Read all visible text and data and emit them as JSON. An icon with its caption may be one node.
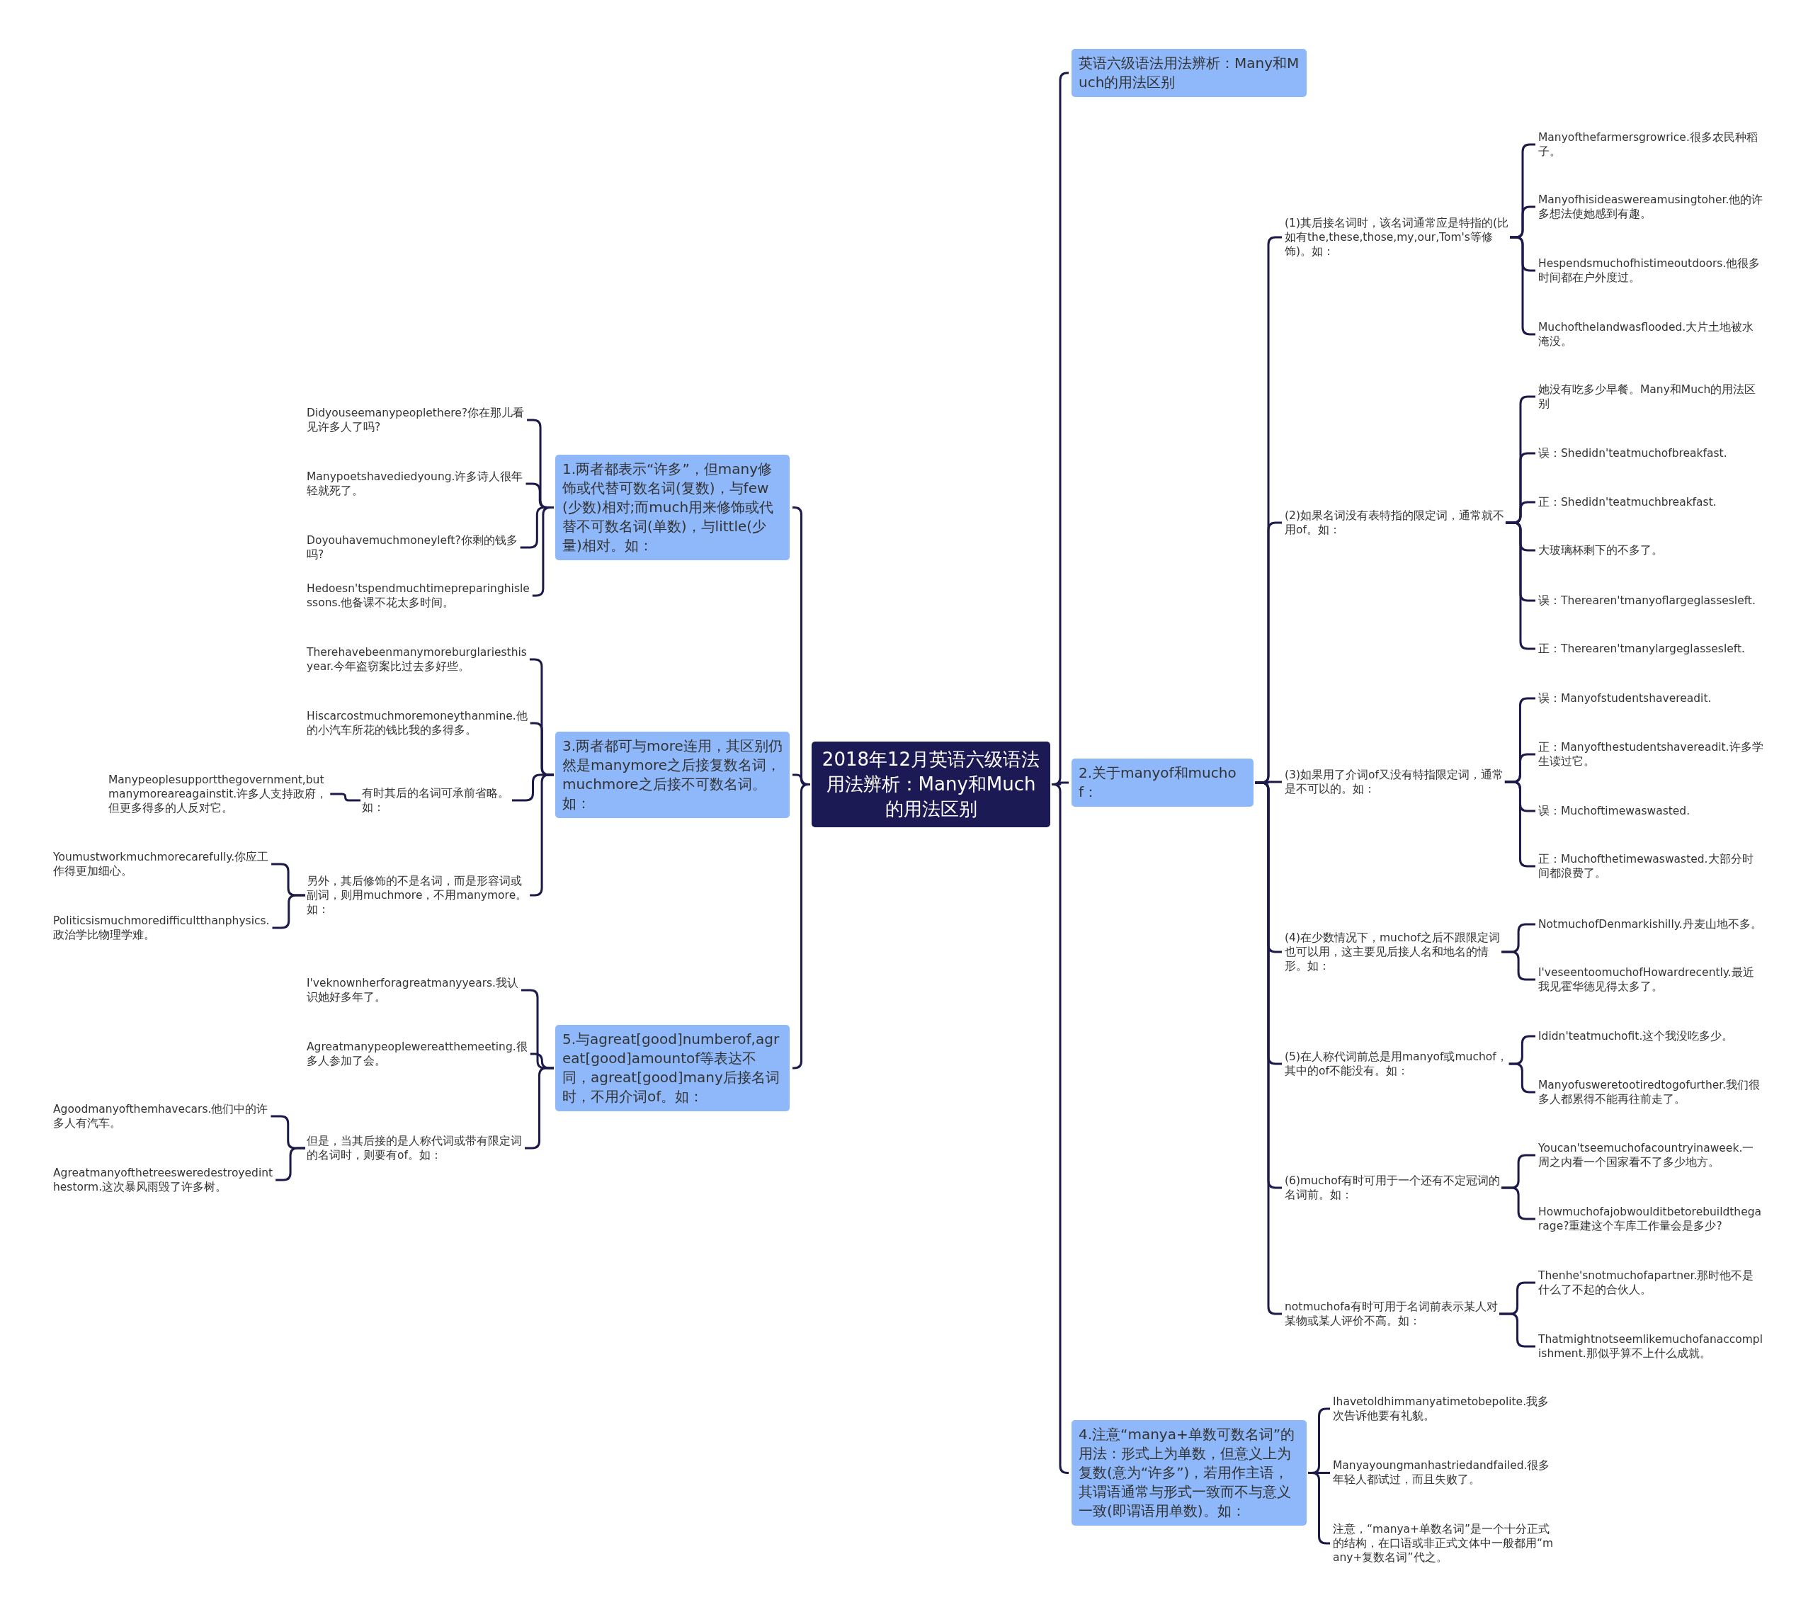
{
  "diagram": {
    "nodes": [
      {
        "text": [
          "2018年12月英语六级语法用法辨析：Many和Much的用法区别"
        ]
      },
      {
        "text": [
          "英语六级语法用法辨析：Many和Much的用法区别"
        ]
      },
      {
        "text": [
          "2.关于manyof和muchof："
        ]
      },
      {
        "text": [
          "(1)其后接名词时，该名词通常应是特指的(比如有the,these,those,my,our,Tom's等修饰)。如："
        ]
      },
      {
        "text": [
          "Manyofthefarmersgrowrice.很多农民种稻子。"
        ]
      },
      {
        "text": [
          "Manyofhisideaswereamusingtoher.他的许多想法使她感到有趣。"
        ]
      },
      {
        "text": [
          "Hespendsmuchofhistimeoutdoors.他很多时间都在户外度过。"
        ]
      },
      {
        "text": [
          "Muchofthelandwasflooded.大片土地被水淹没。"
        ]
      },
      {
        "text": [
          "(2)如果名词没有表特指的限定词，通常就不用of。如："
        ]
      },
      {
        "text": [
          "她没有吃多少早餐。Many和Much的用法区别"
        ]
      },
      {
        "text": [
          "误：Shedidn'teatmuchofbreakfast."
        ]
      },
      {
        "text": [
          "正：Shedidn'teatmuchbreakfast."
        ]
      },
      {
        "text": [
          "大玻璃杯剩下的不多了。"
        ]
      },
      {
        "text": [
          "误：Therearen'tmanyoflargeglassesleft."
        ]
      },
      {
        "text": [
          "正：Therearen'tmanylargeglassesleft."
        ]
      },
      {
        "text": [
          "(3)如果用了介词of又没有特指限定词，通常是不可以的。如："
        ]
      },
      {
        "text": [
          "误：Manyofstudentshavereadit."
        ]
      },
      {
        "text": [
          "正：Manyofthestudentshavereadit.许多学生读过它。"
        ]
      },
      {
        "text": [
          "误：Muchoftimewaswasted."
        ]
      },
      {
        "text": [
          "正：Muchofthetimewaswasted.大部分时间都浪费了。"
        ]
      },
      {
        "text": [
          "(4)在少数情况下，muchof之后不跟限定词也可以用，这主要见后接人名和地名的情形。如："
        ]
      },
      {
        "text": [
          "NotmuchofDenmarkishilly.丹麦山地不多。"
        ]
      },
      {
        "text": [
          "I'veseentoomuchofHowardrecently.最近我见霍华德见得太多了。"
        ]
      },
      {
        "text": [
          "(5)在人称代词前总是用manyof或muchof，其中的of不能没有。如："
        ]
      },
      {
        "text": [
          "Ididn'teatmuchofit.这个我没吃多少。"
        ]
      },
      {
        "text": [
          "Manyofusweretootiredtogofurther.我们很多人都累得不能再往前走了。"
        ]
      },
      {
        "text": [
          "(6)muchof有时可用于一个还有不定冠词的名词前。如："
        ]
      },
      {
        "text": [
          "Youcan'tseemuchofacountryinaweek.一周之内看一个国家看不了多少地方。"
        ]
      },
      {
        "text": [
          "Howmuchofajobwoulditbetorebuildthegarage?重建这个车库工作量会是多少?"
        ]
      },
      {
        "text": [
          "notmuchofa有时可用于名词前表示某人对某物或某人评价不高。如："
        ]
      },
      {
        "text": [
          "Thenhe'snotmuchofapartner.那时他不是什么了不起的合伙人。"
        ]
      },
      {
        "text": [
          "Thatmightnotseemlikemuchofanaccomplishment.那似乎算不上什么成就。"
        ]
      },
      {
        "text": [
          "4.注意“manya+单数可数名词”的用法：形式上为单数，但意义上为复数(意为“许多”)，若用作主语，其谓语通常与形式一致而不与意义一致(即谓语用单数)。如："
        ]
      },
      {
        "text": [
          "Ihavetoldhimmanyatimetobepolite.我多次告诉他要有礼貌。"
        ]
      },
      {
        "text": [
          "Manyayoungmanhastriedandfailed.很多年轻人都试过，而且失败了。"
        ]
      },
      {
        "text": [
          "注意，“manya+单数名词”是一个十分正式的结构，在口语或非正式文体中一般都用“many+复数名词”代之。"
        ]
      },
      {
        "text": [
          "1.两者都表示“许多”，但many修饰或代替可数名词(复数)，与few(少数)相对;而much用来修饰或代替不可数名词(单数)，与little(少量)相对。如："
        ]
      },
      {
        "text": [
          "Didyouseemanypeoplethere?你在那儿看见许多人了吗?"
        ]
      },
      {
        "text": [
          "Manypoetshavediedyoung.许多诗人很年轻就死了。"
        ]
      },
      {
        "text": [
          "Doyouhavemuchmoneyleft?你剩的钱多吗?"
        ]
      },
      {
        "text": [
          "Hedoesn'tspendmuchtimepreparinghislessons.他备课不花太多时间。"
        ]
      },
      {
        "text": [
          "3.两者都可与more连用，其区别仍然是manymore之后接复数名词，muchmore之后接不可数名词。如："
        ]
      },
      {
        "text": [
          "Therehavebeenmanymoreburglariesthisyear.今年盗窃案比过去多好些。"
        ]
      },
      {
        "text": [
          "Hiscarcostmuchmoremoneythanmine.他的小汽车所花的钱比我的多得多。"
        ]
      },
      {
        "text": [
          "有时其后的名词可承前省略。如："
        ]
      },
      {
        "text": [
          "Manypeoplesupportthegovernment,butmanymoreareagainstit.许多人支持政府，但更多得多的人反对它。"
        ]
      },
      {
        "text": [
          "另外，其后修饰的不是名词，而是形容词或副词，则用muchmore，不用manymore。如："
        ]
      },
      {
        "text": [
          "Youmustworkmuchmorecarefully.你应工作得更加细心。"
        ]
      },
      {
        "text": [
          "Politicsismuchmoredifficultthanphysics.政治学比物理学难。"
        ]
      },
      {
        "text": [
          "5.与agreat[good]numberof,agreat[good]amountof等表达不同，agreat[good]many后接名词时，不用介词of。如："
        ]
      },
      {
        "text": [
          "I'veknownherforagreatmanyyears.我认识她好多年了。"
        ]
      },
      {
        "text": [
          "Agreatmanypeoplewereatthemeeting.很多人参加了会。"
        ]
      },
      {
        "text": [
          "但是，当其后接的是人称代词或带有限定词的名词时，则要有of。如："
        ]
      },
      {
        "text": [
          "Agoodmanyofthemhavecars.他们中的许多人有汽车。"
        ]
      },
      {
        "text": [
          "Agreatmanyofthetreesweredestroyedinthestorm.这次暴风雨毁了许多树。"
        ]
      }
    ],
    "edges": [
      {
        "from": 0,
        "to": 1,
        "arrow": "none"
      },
      {
        "from": 0,
        "to": 2,
        "arrow": "none"
      },
      {
        "from": 2,
        "to": 3,
        "arrow": "none"
      },
      {
        "from": 3,
        "to": 4,
        "arrow": "none"
      },
      {
        "from": 3,
        "to": 5,
        "arrow": "none"
      },
      {
        "from": 3,
        "to": 6,
        "arrow": "none"
      },
      {
        "from": 3,
        "to": 7,
        "arrow": "none"
      },
      {
        "from": 2,
        "to": 8,
        "arrow": "none"
      },
      {
        "from": 8,
        "to": 9,
        "arrow": "none"
      },
      {
        "from": 8,
        "to": 10,
        "arrow": "none"
      },
      {
        "from": 8,
        "to": 11,
        "arrow": "none"
      },
      {
        "from": 8,
        "to": 12,
        "arrow": "none"
      },
      {
        "from": 8,
        "to": 13,
        "arrow": "none"
      },
      {
        "from": 8,
        "to": 14,
        "arrow": "none"
      },
      {
        "from": 2,
        "to": 15,
        "arrow": "none"
      },
      {
        "from": 15,
        "to": 16,
        "arrow": "none"
      },
      {
        "from": 15,
        "to": 17,
        "arrow": "none"
      },
      {
        "from": 15,
        "to": 18,
        "arrow": "none"
      },
      {
        "from": 15,
        "to": 19,
        "arrow": "none"
      },
      {
        "from": 2,
        "to": 20,
        "arrow": "none"
      },
      {
        "from": 20,
        "to": 21,
        "arrow": "none"
      },
      {
        "from": 20,
        "to": 22,
        "arrow": "none"
      },
      {
        "from": 2,
        "to": 23,
        "arrow": "none"
      },
      {
        "from": 23,
        "to": 24,
        "arrow": "none"
      },
      {
        "from": 23,
        "to": 25,
        "arrow": "none"
      },
      {
        "from": 2,
        "to": 26,
        "arrow": "none"
      },
      {
        "from": 26,
        "to": 27,
        "arrow": "none"
      },
      {
        "from": 26,
        "to": 28,
        "arrow": "none"
      },
      {
        "from": 2,
        "to": 29,
        "arrow": "none"
      },
      {
        "from": 29,
        "to": 30,
        "arrow": "none"
      },
      {
        "from": 29,
        "to": 31,
        "arrow": "none"
      },
      {
        "from": 0,
        "to": 32,
        "arrow": "none"
      },
      {
        "from": 32,
        "to": 33,
        "arrow": "none"
      },
      {
        "from": 32,
        "to": 34,
        "arrow": "none"
      },
      {
        "from": 32,
        "to": 35,
        "arrow": "none"
      },
      {
        "from": 0,
        "to": 36,
        "arrow": "none"
      },
      {
        "from": 36,
        "to": 37,
        "arrow": "none"
      },
      {
        "from": 36,
        "to": 38,
        "arrow": "none"
      },
      {
        "from": 36,
        "to": 39,
        "arrow": "none"
      },
      {
        "from": 36,
        "to": 40,
        "arrow": "none"
      },
      {
        "from": 0,
        "to": 41,
        "arrow": "none"
      },
      {
        "from": 41,
        "to": 42,
        "arrow": "none"
      },
      {
        "from": 41,
        "to": 43,
        "arrow": "none"
      },
      {
        "from": 41,
        "to": 44,
        "arrow": "none"
      },
      {
        "from": 44,
        "to": 45,
        "arrow": "none"
      },
      {
        "from": 41,
        "to": 46,
        "arrow": "none"
      },
      {
        "from": 46,
        "to": 47,
        "arrow": "none"
      },
      {
        "from": 46,
        "to": 48,
        "arrow": "none"
      },
      {
        "from": 0,
        "to": 49,
        "arrow": "none"
      },
      {
        "from": 49,
        "to": 50,
        "arrow": "none"
      },
      {
        "from": 49,
        "to": 51,
        "arrow": "none"
      },
      {
        "from": 49,
        "to": 52,
        "arrow": "none"
      },
      {
        "from": 52,
        "to": 53,
        "arrow": "none"
      },
      {
        "from": 52,
        "to": 54,
        "arrow": "none"
      }
    ]
  }
}
